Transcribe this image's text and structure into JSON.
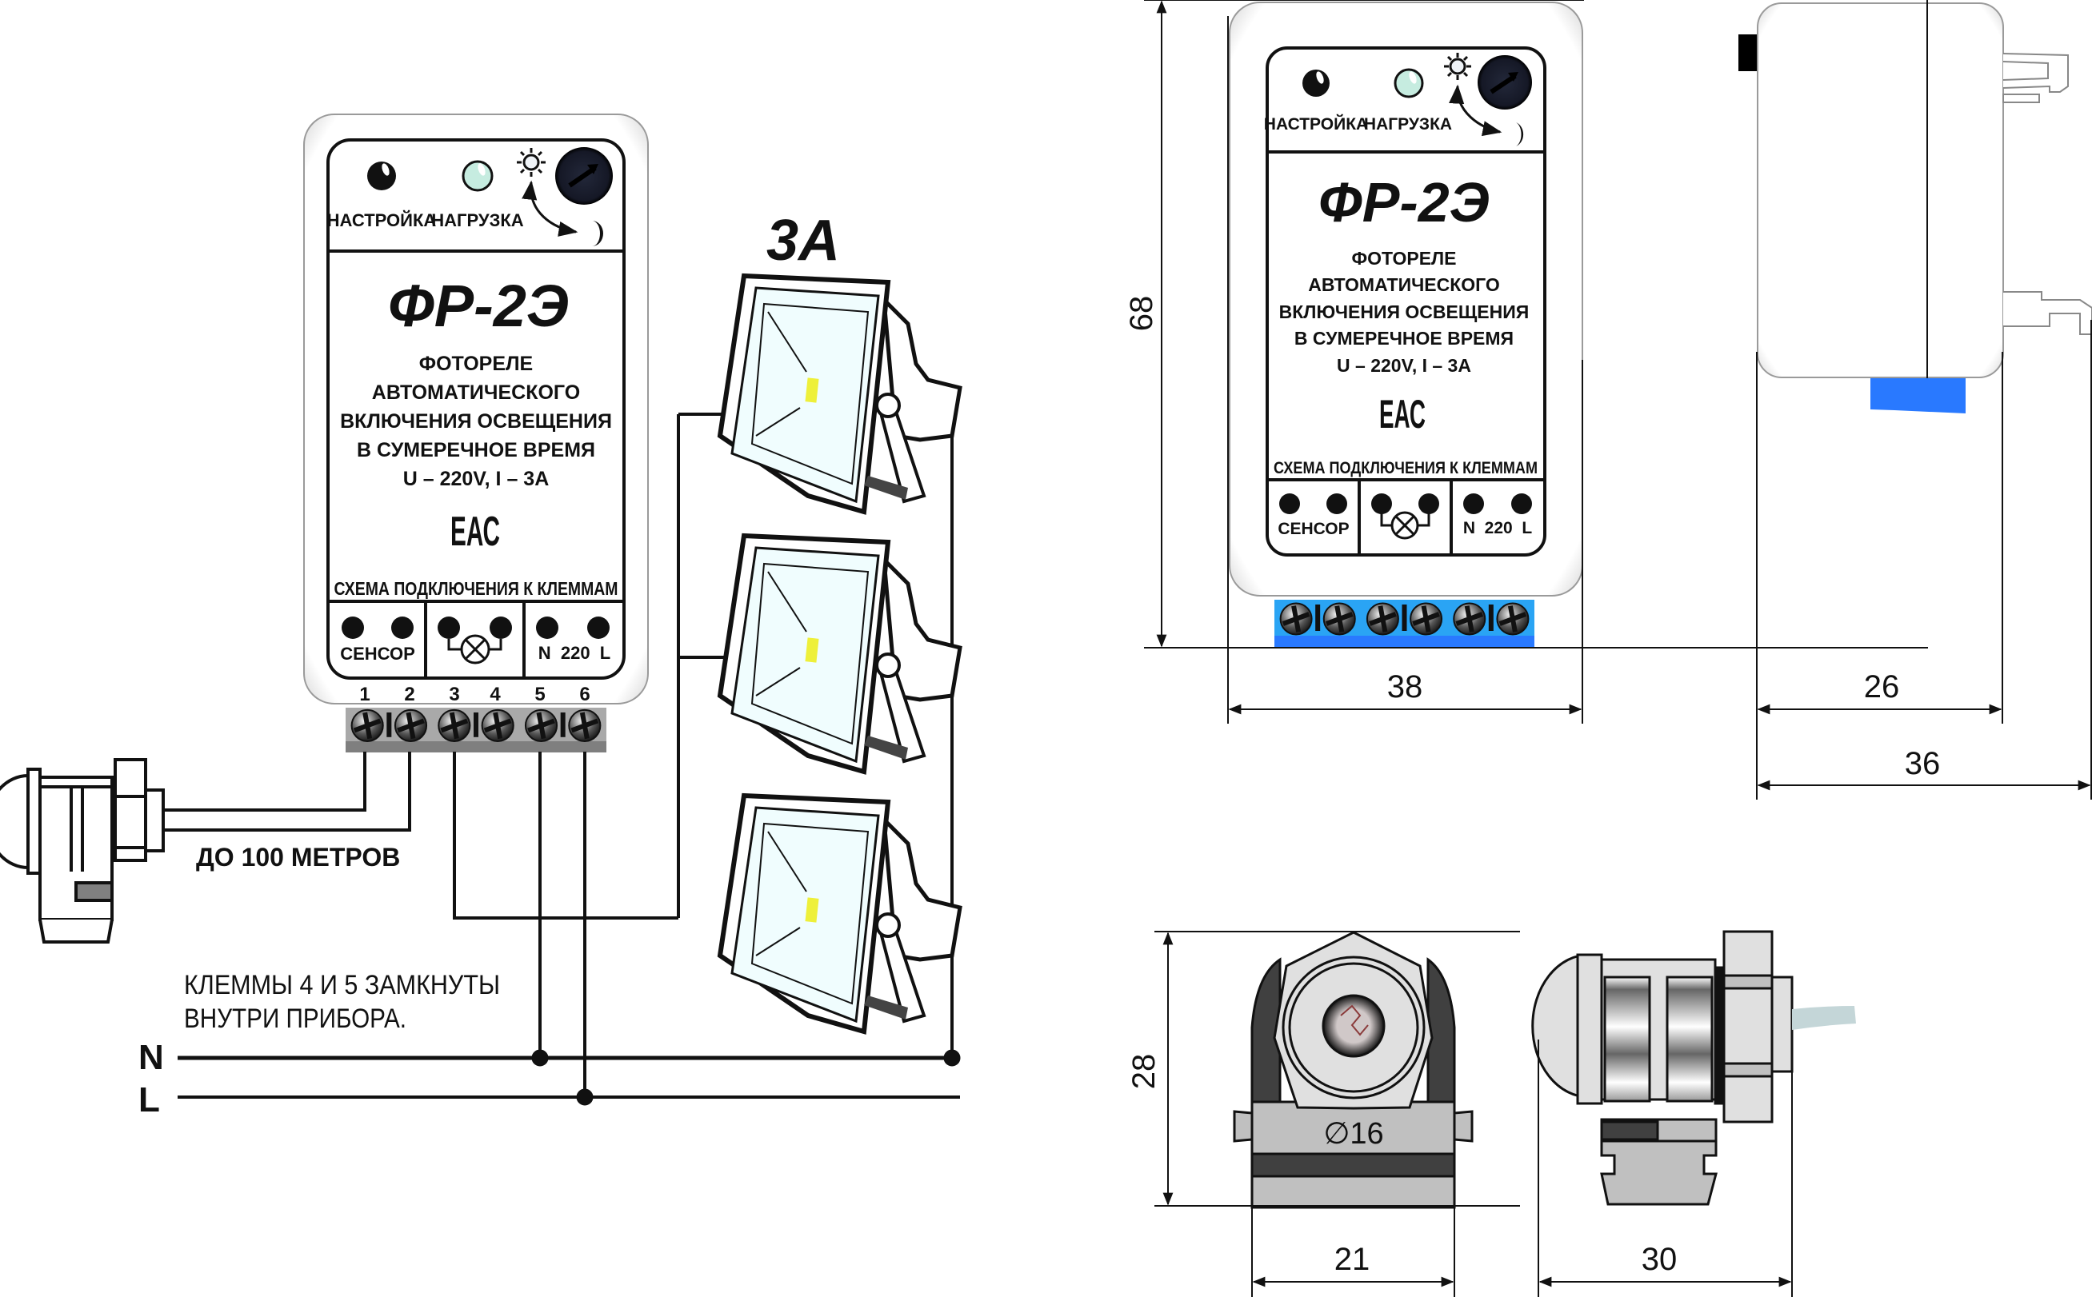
{
  "device": {
    "model": "ФР-2Э",
    "indicators": [
      {
        "label": "НАСТРОЙКА",
        "color": "#111111"
      },
      {
        "label": "НАГРУЗКА",
        "color": "#c6ece0"
      }
    ],
    "knob_icons": [
      "sun-icon",
      "moon-icon",
      "adjust-knob-icon"
    ],
    "description_lines": [
      "ФОТОРЕЛЕ",
      "АВТОМАТИЧЕСКОГО",
      "ВКЛЮЧЕНИЯ ОСВЕЩЕНИЯ",
      "В СУМЕРЕЧНОЕ ВРЕМЯ",
      "U – 220V, I – 3A"
    ],
    "certification_mark": "ЕАС",
    "terminal_scheme_title": "СХЕМА ПОДКЛЮЧЕНИЯ К КЛЕММАМ",
    "terminal_groups": [
      {
        "label": "СЕНСОР"
      },
      {
        "label": "",
        "icon": "lamp-icon"
      },
      {
        "label": "N  220  L"
      }
    ],
    "terminal_numbers": [
      "1",
      "2",
      "3",
      "4",
      "5",
      "6"
    ]
  },
  "wiring": {
    "sensor_cable_label": "ДО 100 МЕТРОВ",
    "load_label": "3A",
    "note_lines": [
      "КЛЕММЫ 4 И 5 ЗАМКНУТЫ",
      "ВНУТРИ ПРИБОРА."
    ],
    "bus_labels": [
      "N",
      "L"
    ],
    "lamp_count": 3
  },
  "dimensions": {
    "front_height": "68",
    "front_width": "38",
    "side_depth": "26",
    "side_depth_with_clip": "36",
    "sensor_height": "28",
    "sensor_width": "21",
    "sensor_length": "30",
    "sensor_diameter": "∅16"
  },
  "colors": {
    "terminal_block_gray": "#a9a9a9",
    "terminal_block_blue": "#2aa4f4",
    "terminal_block_blue_dark": "#2979ff",
    "lamp_glass": "#f0fdfe",
    "lamp_led": "#eef03a",
    "sensor_gray": "#c0c0c0",
    "sensor_dark": "#404040"
  }
}
